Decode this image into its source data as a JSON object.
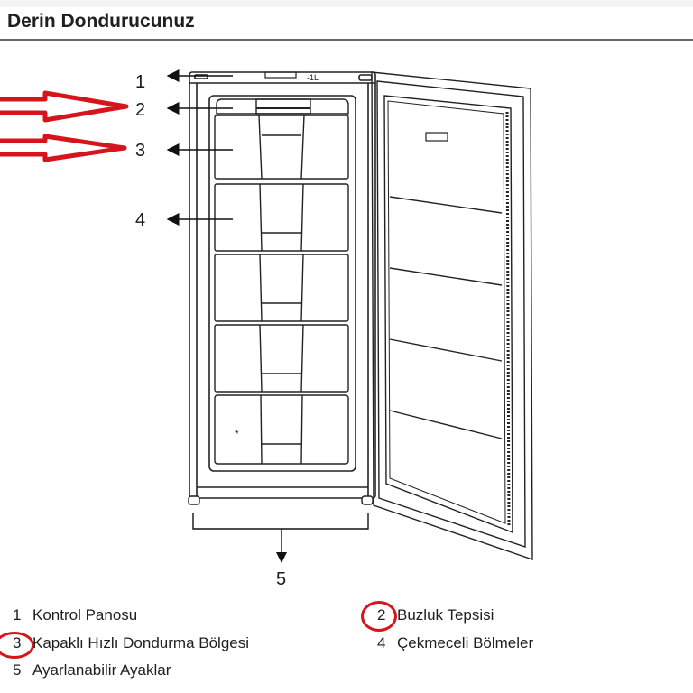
{
  "page": {
    "title": "Derin Dondurucunuz"
  },
  "diagram": {
    "callouts": [
      {
        "num": "1",
        "target": "control-panel"
      },
      {
        "num": "2",
        "target": "ice-tray"
      },
      {
        "num": "3",
        "target": "quick-freeze-compartment"
      },
      {
        "num": "4",
        "target": "drawer-compartments"
      },
      {
        "num": "5",
        "target": "adjustable-feet"
      }
    ],
    "annotation_color": "#d6141c",
    "drawer_mark": "*"
  },
  "legend": {
    "items": [
      {
        "num": "1",
        "label": "Kontrol Panosu"
      },
      {
        "num": "2",
        "label": "Buzluk Tepsisi"
      },
      {
        "num": "3",
        "label": "Kapaklı Hızlı Dondurma Bölgesi"
      },
      {
        "num": "4",
        "label": "Çekmeceli Bölmeler"
      },
      {
        "num": "5",
        "label": "Ayarlanabilir Ayaklar"
      }
    ],
    "circled": [
      "2",
      "3"
    ]
  }
}
